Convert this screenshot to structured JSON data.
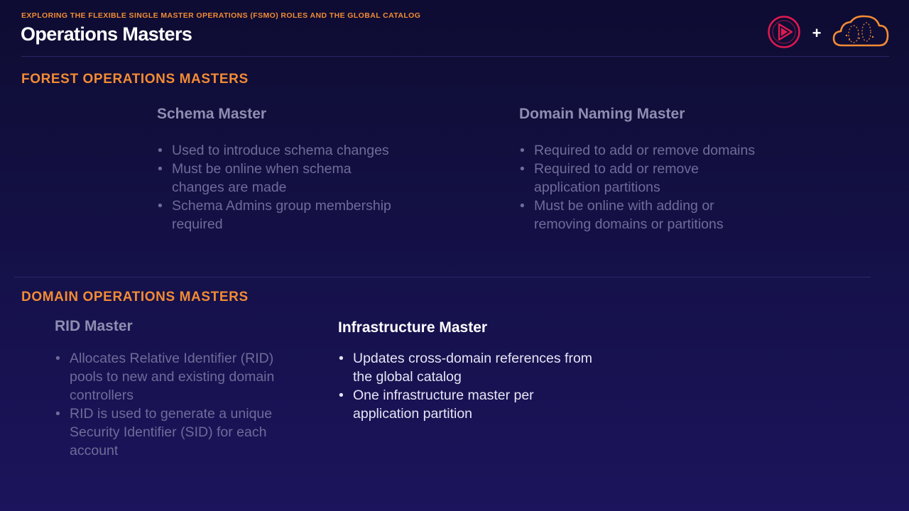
{
  "header": {
    "eyebrow": "EXPLORING THE FLEXIBLE SINGLE MASTER OPERATIONS (FSMO) ROLES AND THE GLOBAL CATALOG",
    "title": "Operations Masters",
    "plus": "+"
  },
  "forest": {
    "heading": "FOREST OPERATIONS MASTERS",
    "schema": {
      "title": "Schema Master",
      "bullets": [
        "Used to introduce schema changes",
        "Must be online when schema changes are made",
        "Schema Admins group membership required"
      ]
    },
    "naming": {
      "title": "Domain Naming Master",
      "bullets": [
        "Required to add or remove domains",
        "Required to add or remove application partitions",
        "Must be online with adding or removing domains or partitions"
      ]
    }
  },
  "domain": {
    "heading": "DOMAIN OPERATIONS MASTERS",
    "rid": {
      "title": "RID Master",
      "bullets": [
        "Allocates Relative Identifier (RID) pools to new and existing domain controllers",
        "RID is used to generate a unique Security Identifier (SID) for each account"
      ]
    },
    "infrastructure": {
      "title": "Infrastructure Master",
      "bullets": [
        "Updates cross-domain references from the global catalog",
        "One infrastructure master per application partition"
      ]
    }
  },
  "colors": {
    "accent": "#f38b34",
    "play_logo": "#e0194f",
    "cloud_logo": "#f38b34",
    "background": "#15114a"
  },
  "icons": [
    "play-logo-icon",
    "plus-icon",
    "cloud-logo-icon"
  ]
}
